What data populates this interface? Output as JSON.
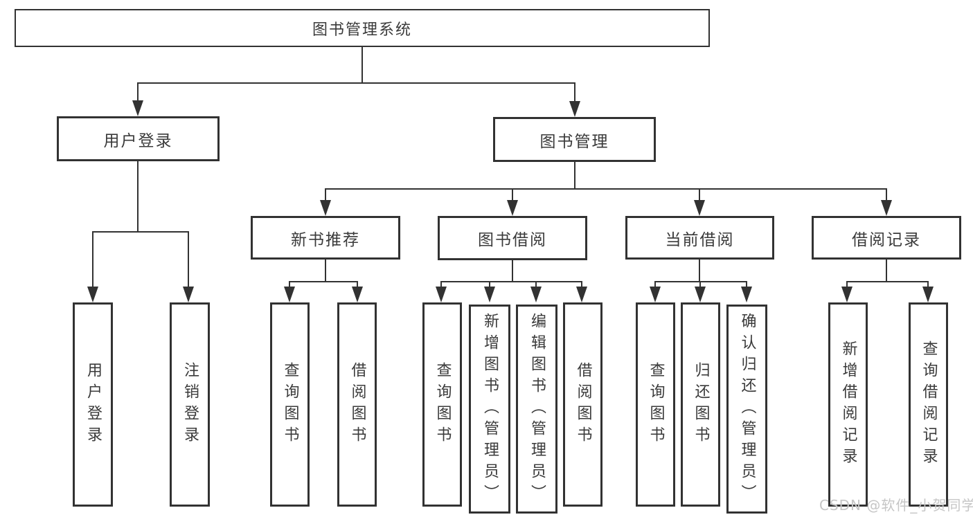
{
  "diagram_title": "图书管理系统",
  "tree": {
    "label": "图书管理系统",
    "children": [
      {
        "label": "用户登录",
        "children": [
          {
            "label": "用户登录"
          },
          {
            "label": "注销登录"
          }
        ]
      },
      {
        "label": "图书管理",
        "children": [
          {
            "label": "新书推荐",
            "children": [
              {
                "label": "查询图书"
              },
              {
                "label": "借阅图书"
              }
            ]
          },
          {
            "label": "图书借阅",
            "children": [
              {
                "label": "查询图书"
              },
              {
                "label": "新增图书（管理员）"
              },
              {
                "label": "编辑图书（管理员）"
              },
              {
                "label": "借阅图书"
              }
            ]
          },
          {
            "label": "当前借阅",
            "children": [
              {
                "label": "查询图书"
              },
              {
                "label": "归还图书"
              },
              {
                "label": "确认归还（管理员）"
              }
            ]
          },
          {
            "label": "借阅记录",
            "children": [
              {
                "label": "新增借阅记录"
              },
              {
                "label": "查询借阅记录"
              }
            ]
          }
        ]
      }
    ]
  },
  "watermark": {
    "text": "CSDN @软件_小贺同学"
  },
  "colors": {
    "line": "#323232",
    "box_border": "#323232",
    "text": "#3a3a3a",
    "watermark": "#c6c6c6",
    "background": "#ffffff"
  }
}
